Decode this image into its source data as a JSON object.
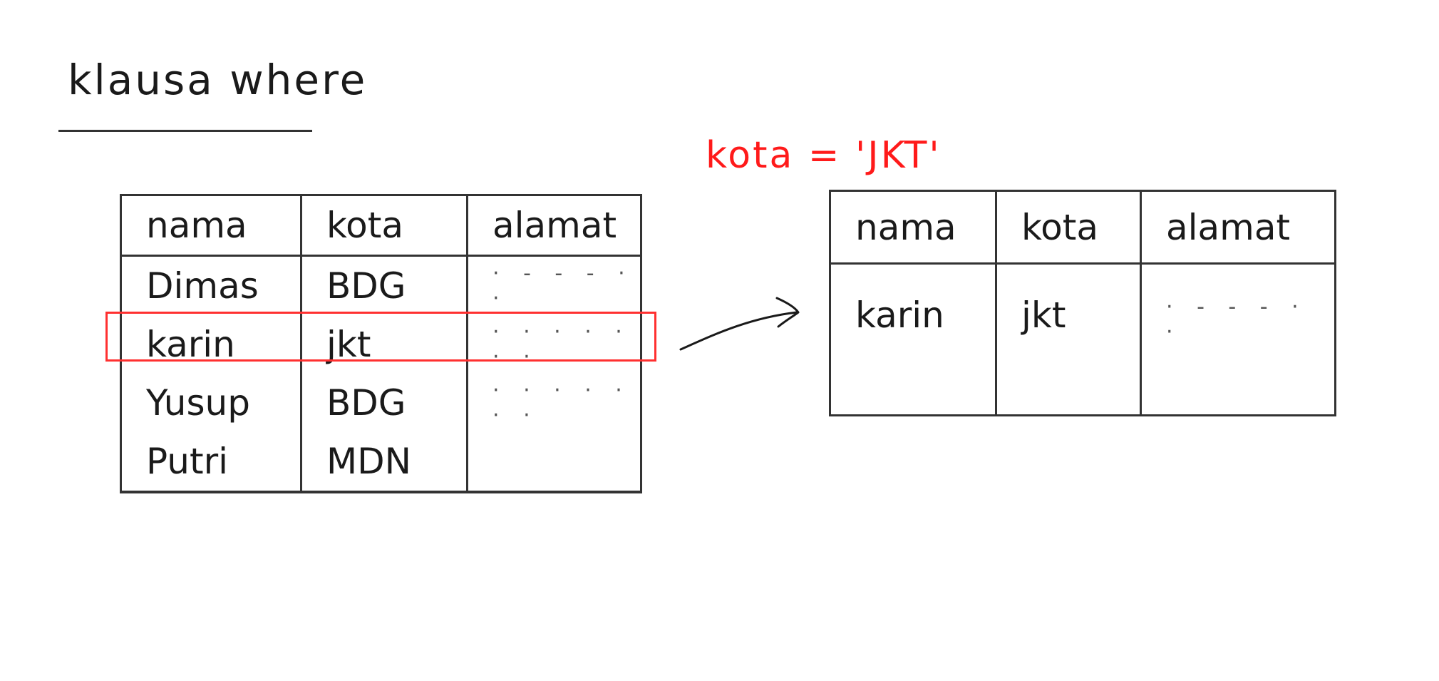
{
  "title": "klausa where",
  "condition": "kota = 'JKT'",
  "source_table": {
    "headers": [
      "nama",
      "kota",
      "alamat"
    ],
    "rows": [
      {
        "nama": "Dimas",
        "kota": "BDG",
        "alamat": "· - - - · ·"
      },
      {
        "nama": "karin",
        "kota": "jkt",
        "alamat": "· · · · · · ·"
      },
      {
        "nama": "Yusup",
        "kota": "BDG",
        "alamat": "· · · · · · ·"
      },
      {
        "nama": "Putri",
        "kota": "MDN",
        "alamat": ""
      }
    ]
  },
  "result_table": {
    "headers": [
      "nama",
      "kota",
      "alamat"
    ],
    "rows": [
      {
        "nama": "karin",
        "kota": "jkt",
        "alamat": "· - - - · ·"
      }
    ]
  },
  "colors": {
    "ink": "#1a1a1a",
    "highlight": "#ff3030"
  }
}
